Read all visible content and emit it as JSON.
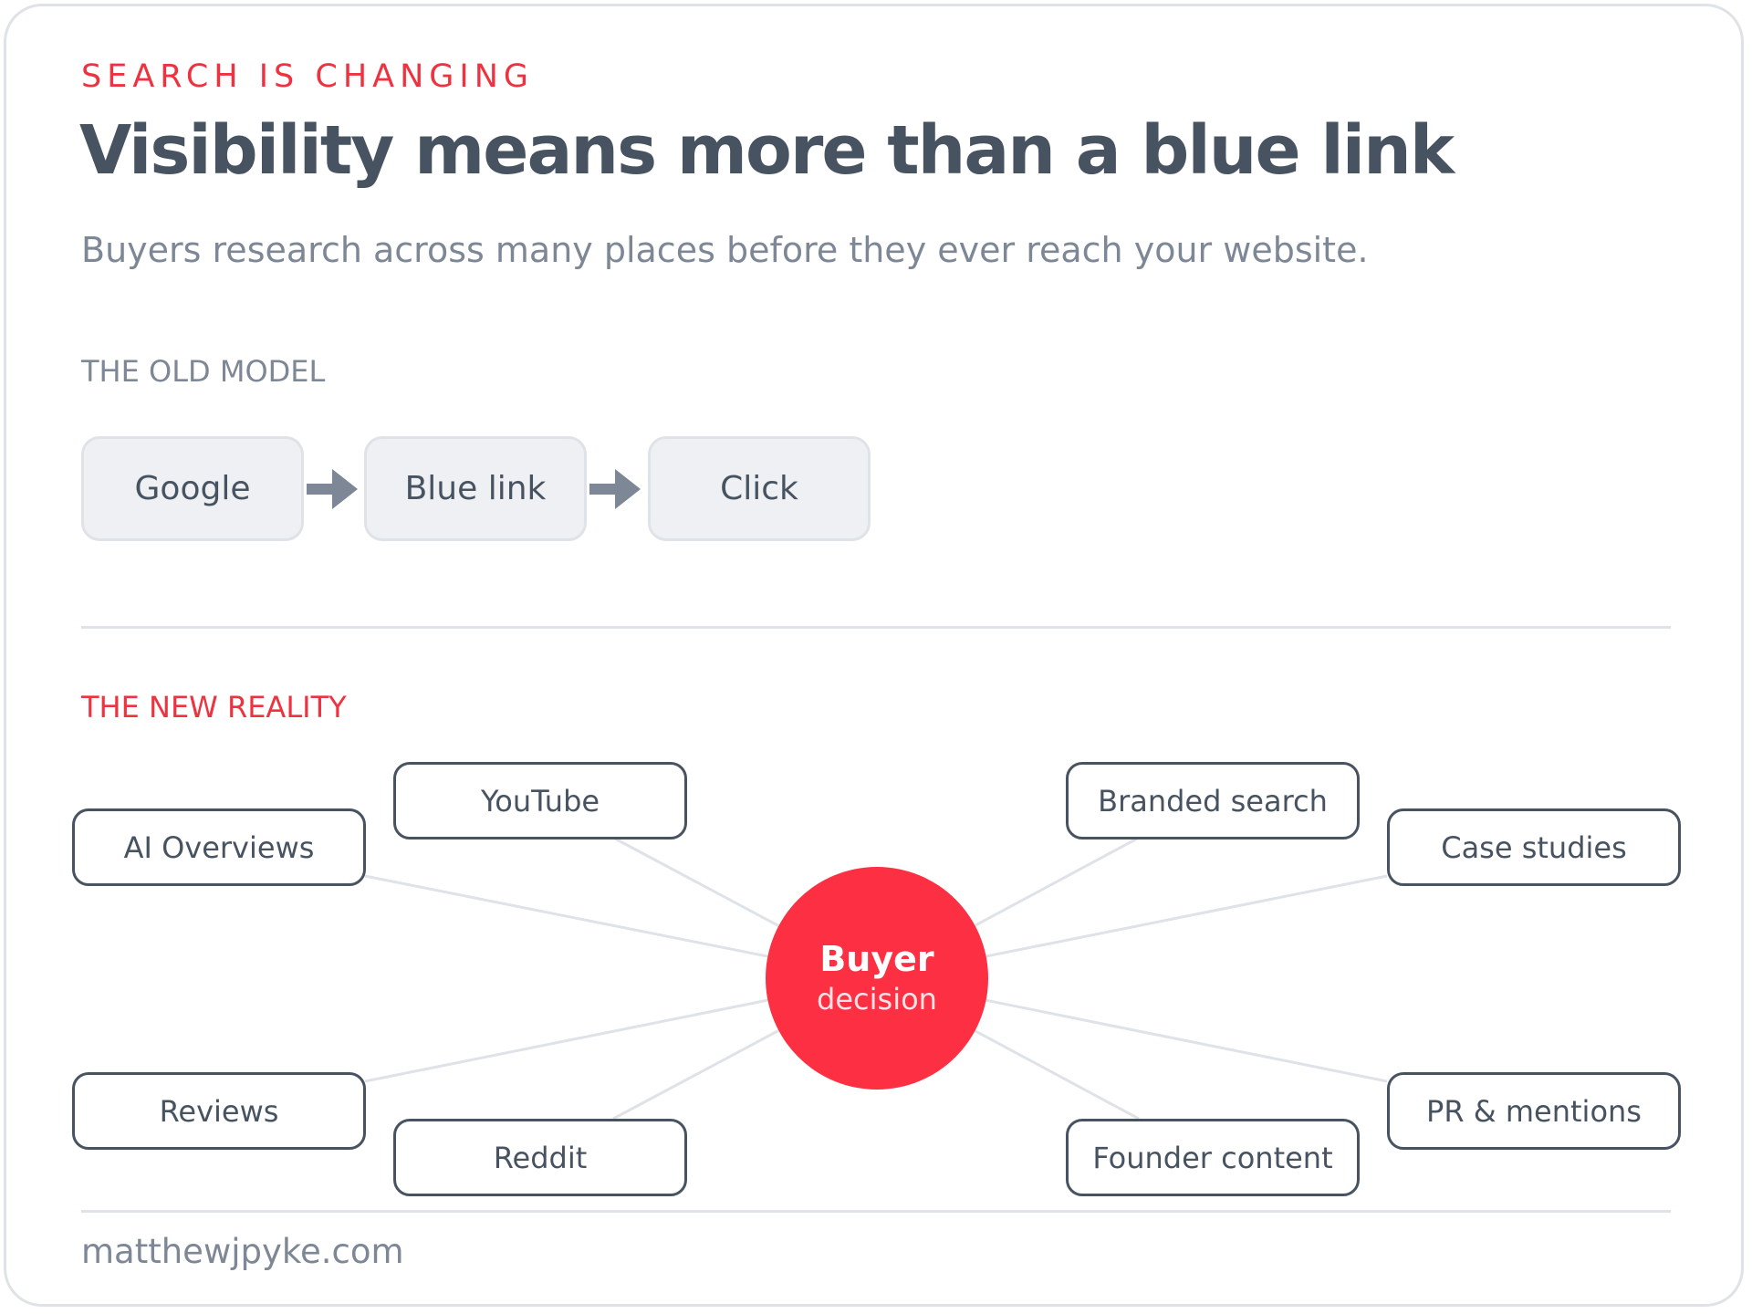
{
  "header": {
    "kicker": "SEARCH IS CHANGING",
    "title": "Visibility means more than a blue link",
    "subtitle": "Buyers research across many places before they ever reach your website."
  },
  "old_model": {
    "label": "THE OLD MODEL",
    "steps": [
      "Google",
      "Blue link",
      "Click"
    ]
  },
  "new_reality": {
    "label": "THE NEW REALITY",
    "center": {
      "title": "Buyer",
      "subtitle": "decision"
    },
    "nodes": [
      "AI Overviews",
      "YouTube",
      "Branded search",
      "Case studies",
      "Reviews",
      "Reddit",
      "Founder content",
      "PR & mentions"
    ]
  },
  "footer": {
    "site": "matthewjpyke.com"
  },
  "colors": {
    "accent": "#fd2f42",
    "accent_text": "#ee3340",
    "heading": "#475361",
    "muted": "#7d8795",
    "line": "#dfe3e7",
    "box_fill": "#eef0f3"
  }
}
